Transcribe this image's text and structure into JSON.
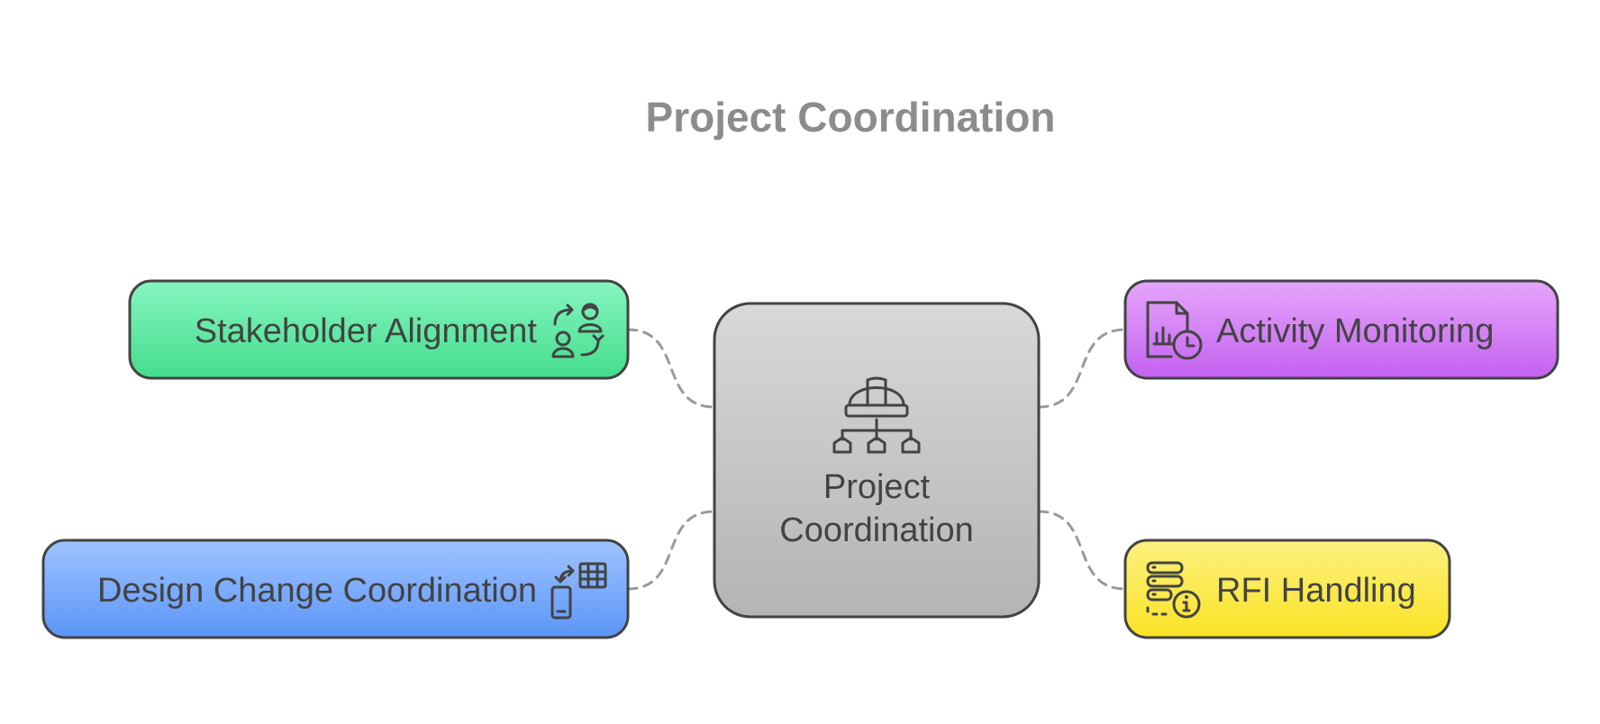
{
  "title": "Project Coordination",
  "center": {
    "label_line1": "Project",
    "label_line2": "Coordination",
    "icon": "hardhat-hierarchy-icon"
  },
  "nodes": [
    {
      "id": "stakeholder-alignment",
      "label": "Stakeholder Alignment",
      "icon": "people-exchange-icon",
      "color_top": "#86f5c0",
      "color_bottom": "#44dd8c"
    },
    {
      "id": "design-change-coordination",
      "label": "Design Change Coordination",
      "icon": "phone-calculator-icon",
      "color_top": "#9fc3ff",
      "color_bottom": "#5b95f8"
    },
    {
      "id": "activity-monitoring",
      "label": "Activity Monitoring",
      "icon": "report-clock-icon",
      "color_top": "#e6a6fb",
      "color_bottom": "#c361f0"
    },
    {
      "id": "rfi-handling",
      "label": "RFI Handling",
      "icon": "server-info-icon",
      "color_top": "#fdf07f",
      "color_bottom": "#fae325"
    }
  ]
}
